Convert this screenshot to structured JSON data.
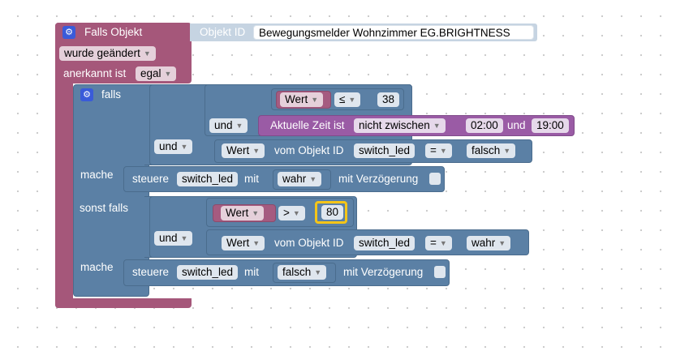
{
  "colors": {
    "event": "#a5577a",
    "control": "#5b80a5",
    "logic": "#5b80a5",
    "value": "#a55b80",
    "time": "#9a5ba5",
    "highlight": "#f5c518"
  },
  "event_block": {
    "title": "Falls Objekt",
    "object_id_label": "Objekt ID",
    "object_id_value": "Bewegungsmelder Wohnzimmer EG.BRIGHTNESS",
    "trigger_value": "wurde geändert",
    "ack_label": "anerkannt ist",
    "ack_value": "egal"
  },
  "if_block": {
    "if_label": "falls",
    "do_label": "mache",
    "elseif_label": "sonst falls",
    "do2_label": "mache",
    "gear_icon": "gear-icon"
  },
  "cond1": {
    "and_label": "und",
    "brightness": {
      "var": "Wert",
      "op": "≤",
      "num": "38"
    },
    "inner_and_label": "und",
    "time": {
      "label": "Aktuelle Zeit ist",
      "mode": "nicht zwischen",
      "from": "02:00",
      "and_word": "und",
      "to": "19:00"
    },
    "state": {
      "var": "Wert",
      "of_label": "vom Objekt ID",
      "object": "switch_led",
      "op": "=",
      "value": "falsch"
    }
  },
  "action1": {
    "control_label": "steuere",
    "object": "switch_led",
    "with_label": "mit",
    "value": "wahr",
    "delay_label": "mit Verzögerung"
  },
  "cond2": {
    "and_label": "und",
    "brightness": {
      "var": "Wert",
      "op": ">",
      "num": "80"
    },
    "state": {
      "var": "Wert",
      "of_label": "vom Objekt ID",
      "object": "switch_led",
      "op": "=",
      "value": "wahr"
    }
  },
  "action2": {
    "control_label": "steuere",
    "object": "switch_led",
    "with_label": "mit",
    "value": "falsch",
    "delay_label": "mit Verzögerung"
  }
}
